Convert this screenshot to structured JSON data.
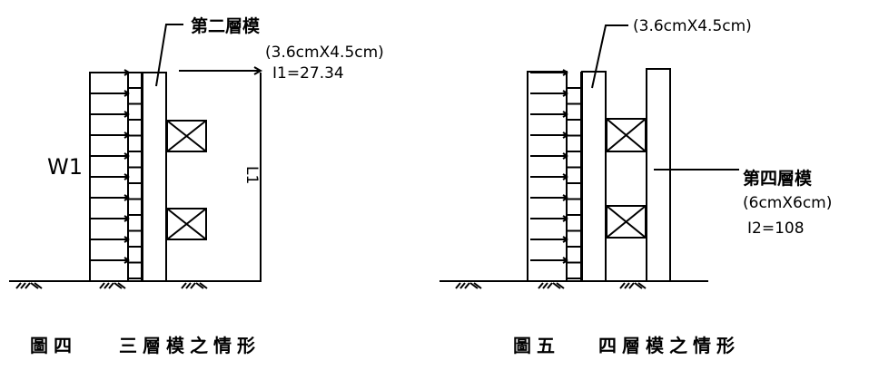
{
  "figure4": {
    "layer_label": "第二層模",
    "size_label": "(3.6cmX4.5cm)",
    "inertia_label": "I1=27.34",
    "load_label": "W1",
    "length_label": "L1",
    "caption_number": "圖四",
    "caption_text": "三層模之情形"
  },
  "figure5": {
    "size_label_top": "(3.6cmX4.5cm)",
    "layer_label": "第四層模",
    "size_label": "(6cmX6cm)",
    "inertia_label": "I2=108",
    "caption_number": "圖五",
    "caption_text": "四層模之情形"
  }
}
